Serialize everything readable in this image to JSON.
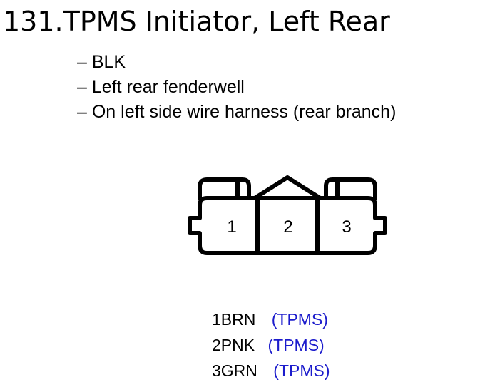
{
  "title": "131.TPMS Initiator, Left Rear",
  "details": [
    "– BLK",
    "– Left rear fenderwell",
    "– On left side wire harness (rear branch)"
  ],
  "connector": {
    "terminals": [
      "1",
      "2",
      "3"
    ]
  },
  "pins": [
    {
      "code": "1BRN",
      "function": "(TPMS)"
    },
    {
      "code": "2PNK",
      "function": "(TPMS)"
    },
    {
      "code": "3GRN",
      "function": "(TPMS)"
    }
  ],
  "colors": {
    "text": "#000000",
    "function_text": "#1c1ccc",
    "outline": "#000000"
  }
}
